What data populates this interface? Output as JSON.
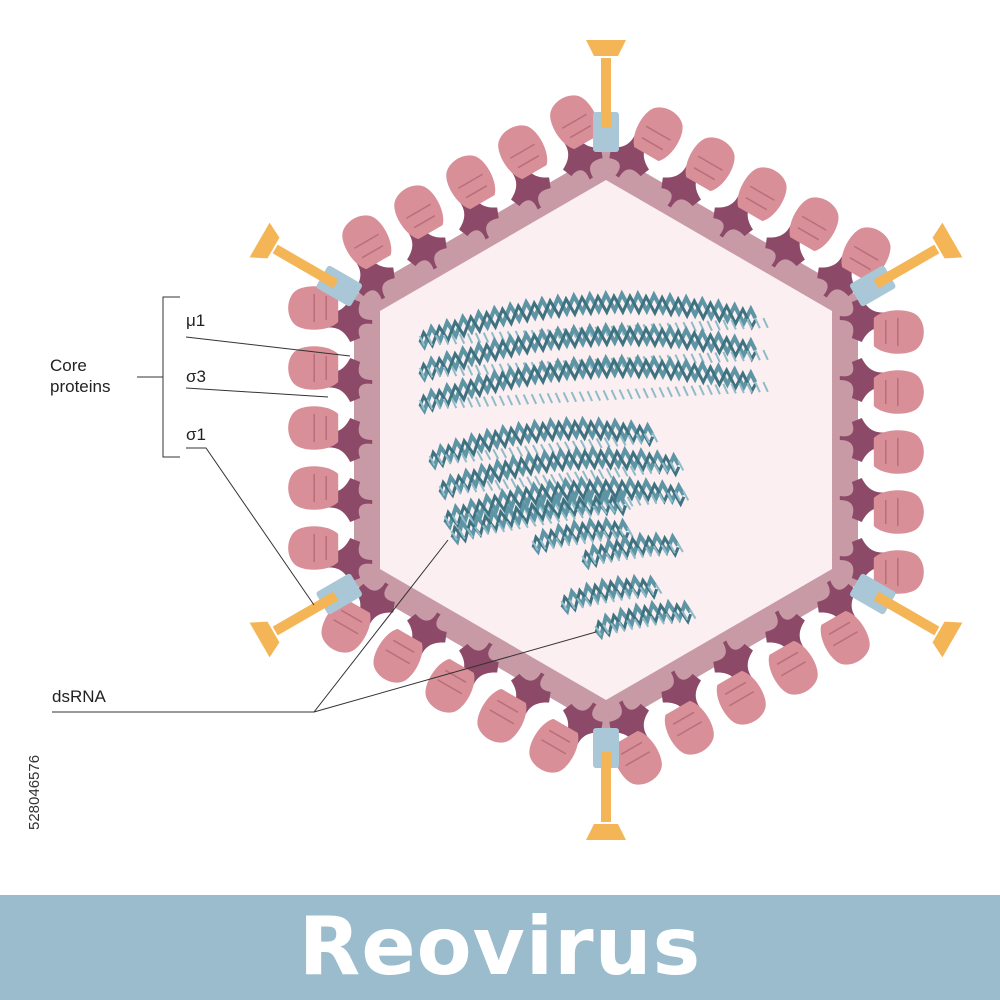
{
  "diagram": {
    "title": "Reovirus",
    "stock_id": "528046576",
    "labels": {
      "core_proteins_line1": "Core",
      "core_proteins_line2": "proteins",
      "mu1": "μ1",
      "sigma3": "σ3",
      "sigma1": "σ1",
      "dsrna": "dsRNA"
    },
    "colors": {
      "interior": "#fbeff1",
      "outer_shell": "#c79aa6",
      "core_protein": "#8c4a68",
      "capsomer": "#d98f98",
      "spike": "#f4b556",
      "spike_base": "#a9c7d6",
      "rna": "#5d95a4",
      "footer": "#9bbccd"
    }
  }
}
